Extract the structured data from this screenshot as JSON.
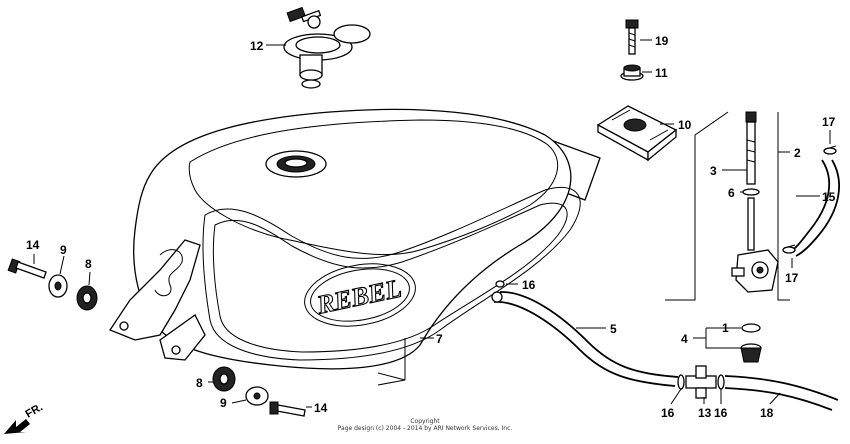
{
  "callouts": {
    "c1": "1",
    "c2": "2",
    "c3": "3",
    "c4": "4",
    "c5": "5",
    "c6": "6",
    "c7": "7",
    "c8a": "8",
    "c8b": "8",
    "c9a": "9",
    "c9b": "9",
    "c10": "10",
    "c11": "11",
    "c12": "12",
    "c13": "13",
    "c14a": "14",
    "c14b": "14",
    "c15": "15",
    "c16a": "16",
    "c16b": "16",
    "c16c": "16",
    "c17a": "17",
    "c17b": "17",
    "c18": "18",
    "c19": "19"
  },
  "direction_label": "FR.",
  "tank_emblem": "REBEL",
  "copyright": {
    "line1": "Copyright",
    "line2": "Page design (c) 2004 - 2014 by ARI Network Services, Inc."
  }
}
